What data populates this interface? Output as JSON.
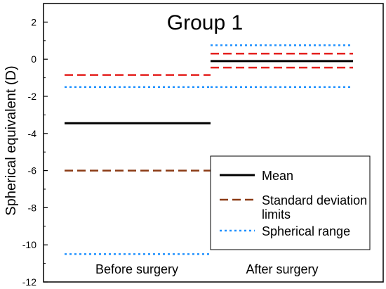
{
  "chart_data": {
    "type": "line",
    "title": "Group 1",
    "ylabel": "Spherical equivalent (D)",
    "xlabel": "",
    "ylim": [
      -12,
      3
    ],
    "yticks": [
      2,
      0,
      -2,
      -4,
      -6,
      -8,
      -10,
      -12
    ],
    "categories": [
      "Before surgery",
      "After surgery"
    ],
    "grid": false,
    "legend_position": "bottom-right",
    "series": [
      {
        "name": "Mean",
        "style": "solid",
        "segments": [
          {
            "category": "Before surgery",
            "values": [
              -3.45
            ]
          },
          {
            "category": "After surgery",
            "values": [
              -0.1
            ]
          }
        ]
      },
      {
        "name": "Standard deviation limits",
        "style": "dashed",
        "segments": [
          {
            "category": "Before surgery",
            "values": [
              -0.85,
              -6.0
            ]
          },
          {
            "category": "After surgery",
            "values": [
              0.3,
              -0.45
            ]
          }
        ]
      },
      {
        "name": "Spherical range",
        "style": "dotted",
        "segments": [
          {
            "category": "Before surgery",
            "values": [
              -1.5,
              -10.5
            ]
          },
          {
            "category": "After surgery",
            "values": [
              0.75,
              -1.5
            ]
          }
        ]
      }
    ]
  },
  "legend": {
    "mean_label": "Mean",
    "sd_label_line1": "Standard deviation",
    "sd_label_line2": "limits",
    "range_label": "Spherical range"
  },
  "colors": {
    "mean": "#000000",
    "sd_top": "#e4201e",
    "sd_bottom": "#8b3a14",
    "range": "#1e90ff",
    "legend_sd": "#8b3a14"
  }
}
